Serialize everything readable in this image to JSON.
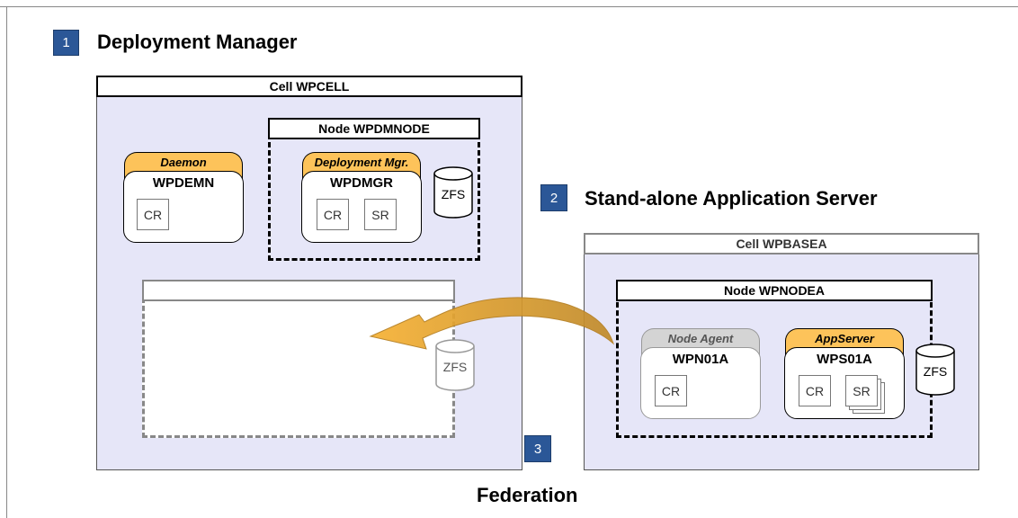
{
  "step1": {
    "number": "1",
    "title": "Deployment Manager"
  },
  "step2": {
    "number": "2",
    "title": "Stand-alone Application Server"
  },
  "step3": {
    "number": "3",
    "title": "Federation"
  },
  "cell_left": {
    "title": "Cell WPCELL",
    "daemon": {
      "type": "Daemon",
      "name": "WPDEMN",
      "boxes": [
        "CR"
      ]
    },
    "node": {
      "title": "Node WPDMNODE",
      "server": {
        "type": "Deployment Mgr.",
        "name": "WPDMGR",
        "boxes": [
          "CR",
          "SR"
        ]
      },
      "storage": "ZFS"
    },
    "empty_node": {
      "storage": "ZFS"
    }
  },
  "cell_right": {
    "title": "Cell WPBASEA",
    "node": {
      "title": "Node WPNODEA",
      "agent": {
        "type": "Node Agent",
        "name": "WPN01A",
        "boxes": [
          "CR"
        ]
      },
      "server": {
        "type": "AppServer",
        "name": "WPS01A",
        "boxes": [
          "CR",
          "SR"
        ]
      },
      "storage": "ZFS"
    }
  },
  "colors": {
    "badge": "#2b5797",
    "cell_bg": "#e6e6f8",
    "server_tab": "#fdc35a",
    "agent_tab": "#d4d4d4",
    "arrow": "#f6b133"
  }
}
